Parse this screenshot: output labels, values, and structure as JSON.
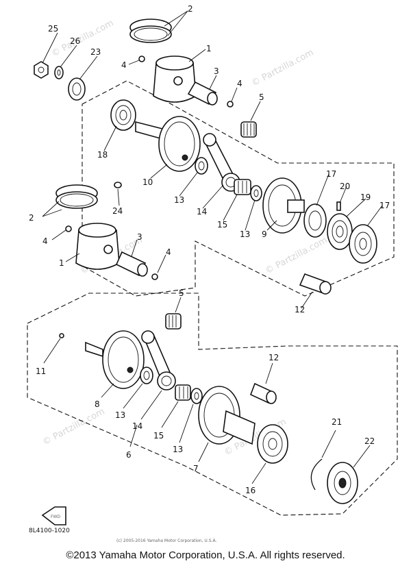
{
  "diagram_code": "8L4100-1020",
  "copyright_small": "(c) 2005-2016 Yamaha Motor Corporation, U.S.A.",
  "copyright_footer": "©2013 Yamaha Motor Corporation, U.S.A. All rights reserved.",
  "watermark": "© Partzilla.com",
  "front_badge": "FWD",
  "callouts": {
    "c2a": "2",
    "c25": "25",
    "c26": "26",
    "c23": "23",
    "c4a": "4",
    "c1a": "1",
    "c3a": "3",
    "c4b": "4",
    "c5a": "5",
    "c18": "18",
    "c10": "10",
    "c13a": "13",
    "c14a": "14",
    "c15a": "15",
    "c13b": "13",
    "c9": "9",
    "c17a": "17",
    "c20": "20",
    "c19": "19",
    "c17b": "17",
    "c12a": "12",
    "c24": "24",
    "c2b": "2",
    "c4c": "4",
    "c1b": "1",
    "c3b": "3",
    "c4d": "4",
    "c5b": "5",
    "c11": "11",
    "c8": "8",
    "c13c": "13",
    "c14b": "14",
    "c15b": "15",
    "c13d": "13",
    "c6": "6",
    "c7": "7",
    "c12b": "12",
    "c16": "16",
    "c21": "21",
    "c22": "22"
  }
}
